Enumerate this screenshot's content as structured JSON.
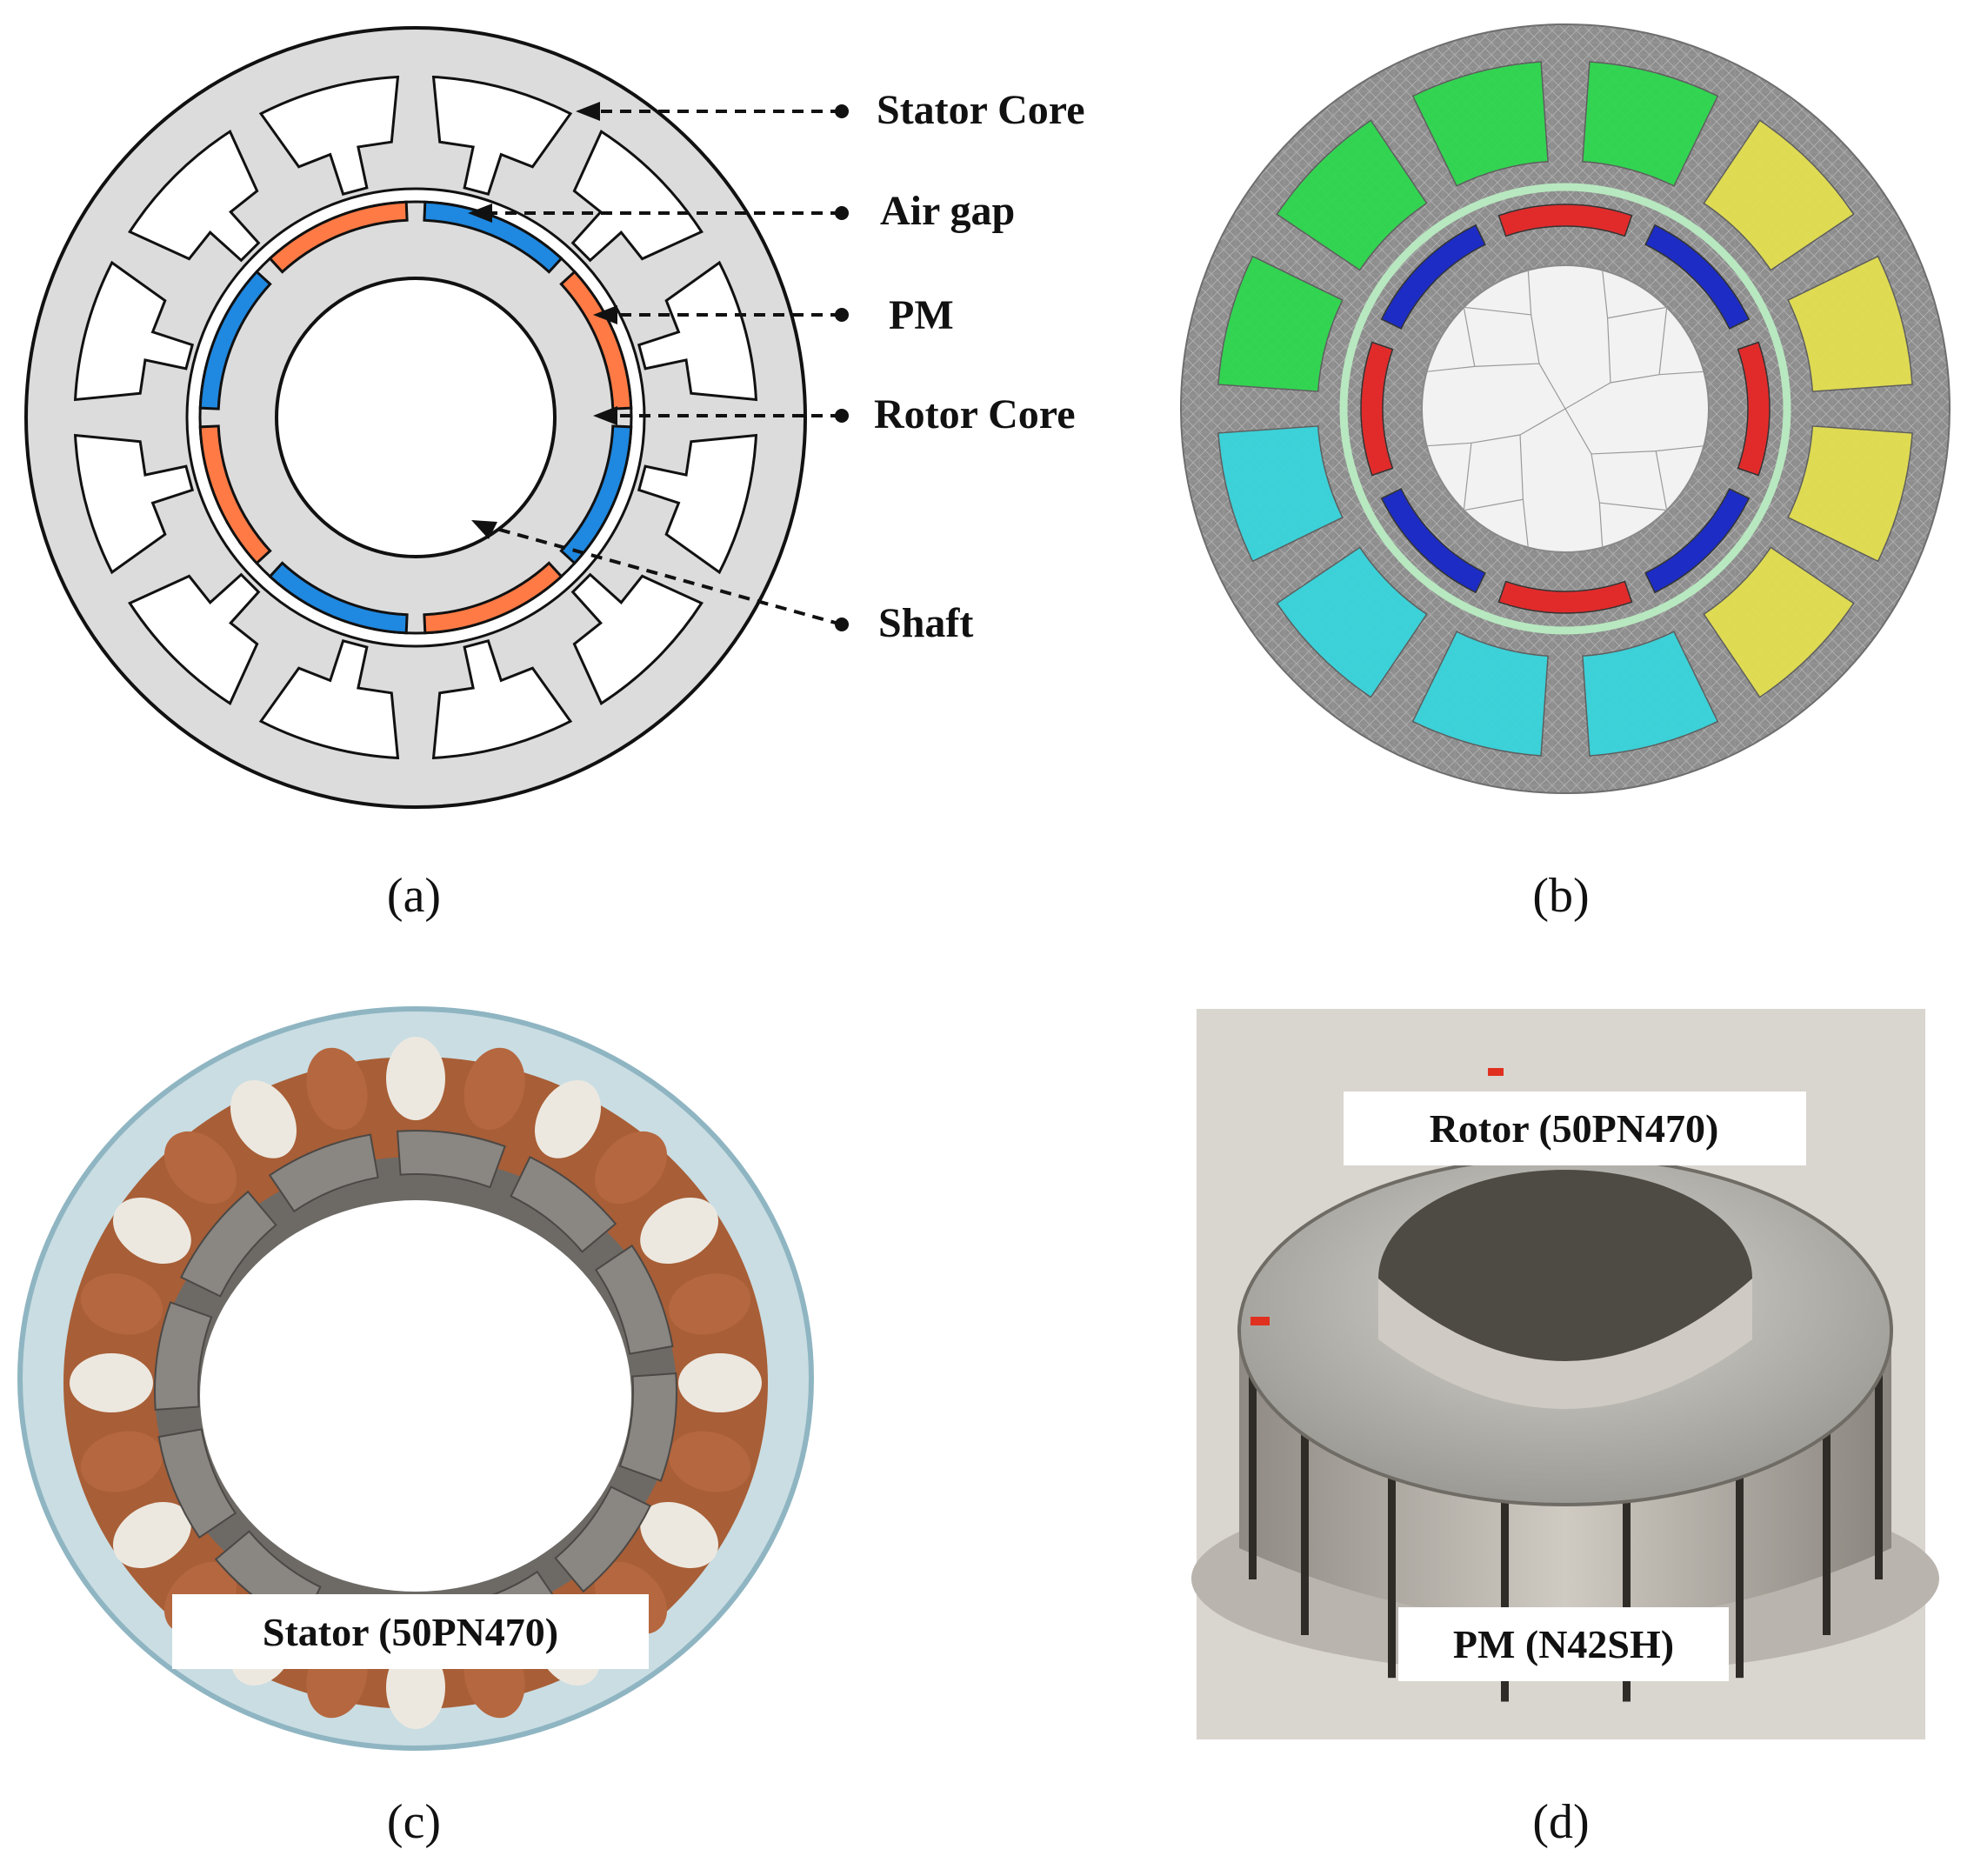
{
  "panels": {
    "a": {
      "caption": "(a)",
      "callouts": {
        "stator_core": "Stator Core",
        "air_gap": "Air gap",
        "pm": "PM",
        "rotor_core": "Rotor Core",
        "shaft": "Shaft"
      }
    },
    "b": {
      "caption": "(b)"
    },
    "c": {
      "caption": "(c)",
      "label": "Stator (50PN470)"
    },
    "d": {
      "caption": "(d)",
      "rotor_label": "Rotor (50PN470)",
      "pm_label": "PM (N42SH)"
    }
  },
  "colors": {
    "core_gray": "#dcdcdc",
    "pm_orange": "#ff7a45",
    "pm_blue": "#1f88e0",
    "mesh_gray": "#8a8a8a",
    "fem_green": "#2bd94c",
    "fem_yellow": "#e5e14e",
    "fem_cyan": "#36d6de",
    "fem_red": "#e12b2b",
    "fem_blue": "#1c2cc4",
    "copper": "#b5673f"
  }
}
